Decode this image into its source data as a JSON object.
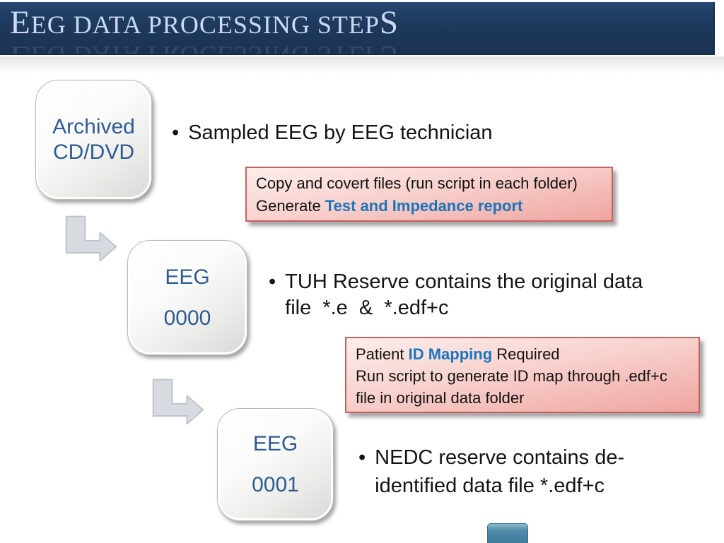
{
  "title": {
    "lead": "E",
    "mid": "EG DATA PROCESSING STEP",
    "tail": "S"
  },
  "nodes": [
    {
      "lines": [
        "Archived",
        "CD/DVD"
      ]
    },
    {
      "lines": [
        "EEG",
        "0000"
      ]
    },
    {
      "lines": [
        "EEG",
        "0001"
      ]
    }
  ],
  "bullets": [
    {
      "marker": "•",
      "lines": [
        "Sampled EEG by EEG technician"
      ]
    },
    {
      "marker": "•",
      "lines": [
        "TUH Reserve contains the original data",
        "file  *.e  &  *.edf+c"
      ]
    },
    {
      "marker": "•",
      "lines": [
        "NEDC reserve contains de-",
        "identified data file *.edf+c"
      ]
    }
  ],
  "callouts": [
    {
      "line1": "Copy and covert files (run script in each folder)",
      "line2_prefix": "Generate ",
      "line2_accent": "Test and Impedance report"
    },
    {
      "line1_prefix": "Patient ",
      "line1_accent": "ID Mapping",
      "line1_suffix": " Required",
      "line2": "Run script to generate ID map through .edf+c",
      "line3": "file in original data folder"
    }
  ],
  "colors": {
    "title_bar_navy": "#1D3759",
    "title_text": "#C9DAF2",
    "node_text_blue": "#2F5B93",
    "accent_blue": "#1B75BC",
    "callout_border": "#C4625F",
    "callout_fill_top": "#FCEDEC",
    "callout_fill_bottom": "#F0A5A0",
    "arrow_fill": "#D7DAE0",
    "partial_shape_teal": "#3E7C9E"
  }
}
